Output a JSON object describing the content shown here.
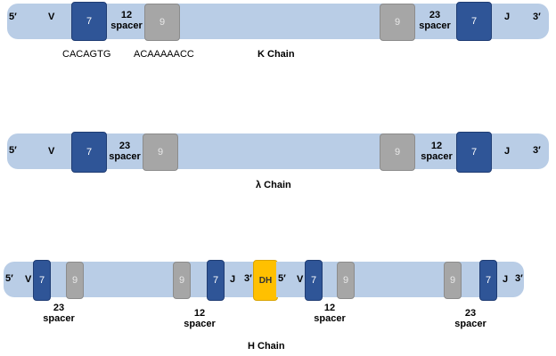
{
  "labels": {
    "five_prime": "5′",
    "three_prime": "3′",
    "v": "V",
    "j": "J",
    "heptamer": "7",
    "nonamer": "9",
    "dh": "DH",
    "spacer": "spacer",
    "n12": "12",
    "n23": "23"
  },
  "kappa": {
    "title": "K Chain",
    "heptamer_seq": "CACAGTG",
    "nonamer_seq": "ACAAAAACC"
  },
  "lambda": {
    "title": "λ Chain"
  },
  "heavy": {
    "title": "H Chain"
  },
  "colors": {
    "strand": "#b9cde6",
    "heptamer": "#2f5597",
    "nonamer": "#a6a6a6",
    "dh": "#ffc000"
  }
}
